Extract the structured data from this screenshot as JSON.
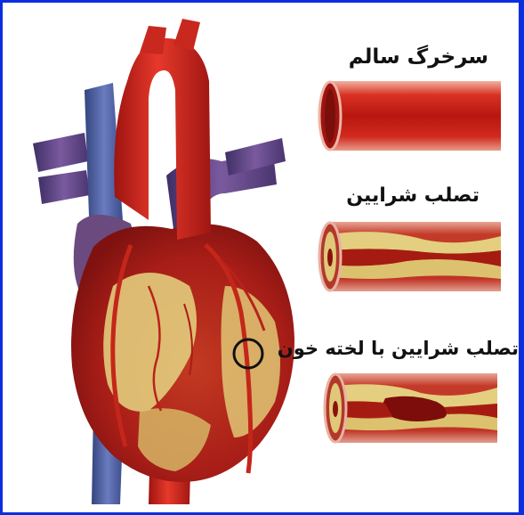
{
  "labels": {
    "healthy": "سرخرگ سالم",
    "atherosclerosis": "تصلب شرایین",
    "atherosclerosis_clot": "تصلب شرایین با لخته خون"
  },
  "colors": {
    "border": "#0b2ee0",
    "heart_red": "#b5221c",
    "aorta_red": "#d32a1f",
    "vein_purple": "#6e4f8f",
    "vein_blue": "#4d5fa6",
    "plaque_yellow": "#e3cf7f",
    "marker": "#111111"
  },
  "icons": {
    "heart": "heart-anatomy-illustration",
    "marker": "blockage-circle-icon"
  }
}
